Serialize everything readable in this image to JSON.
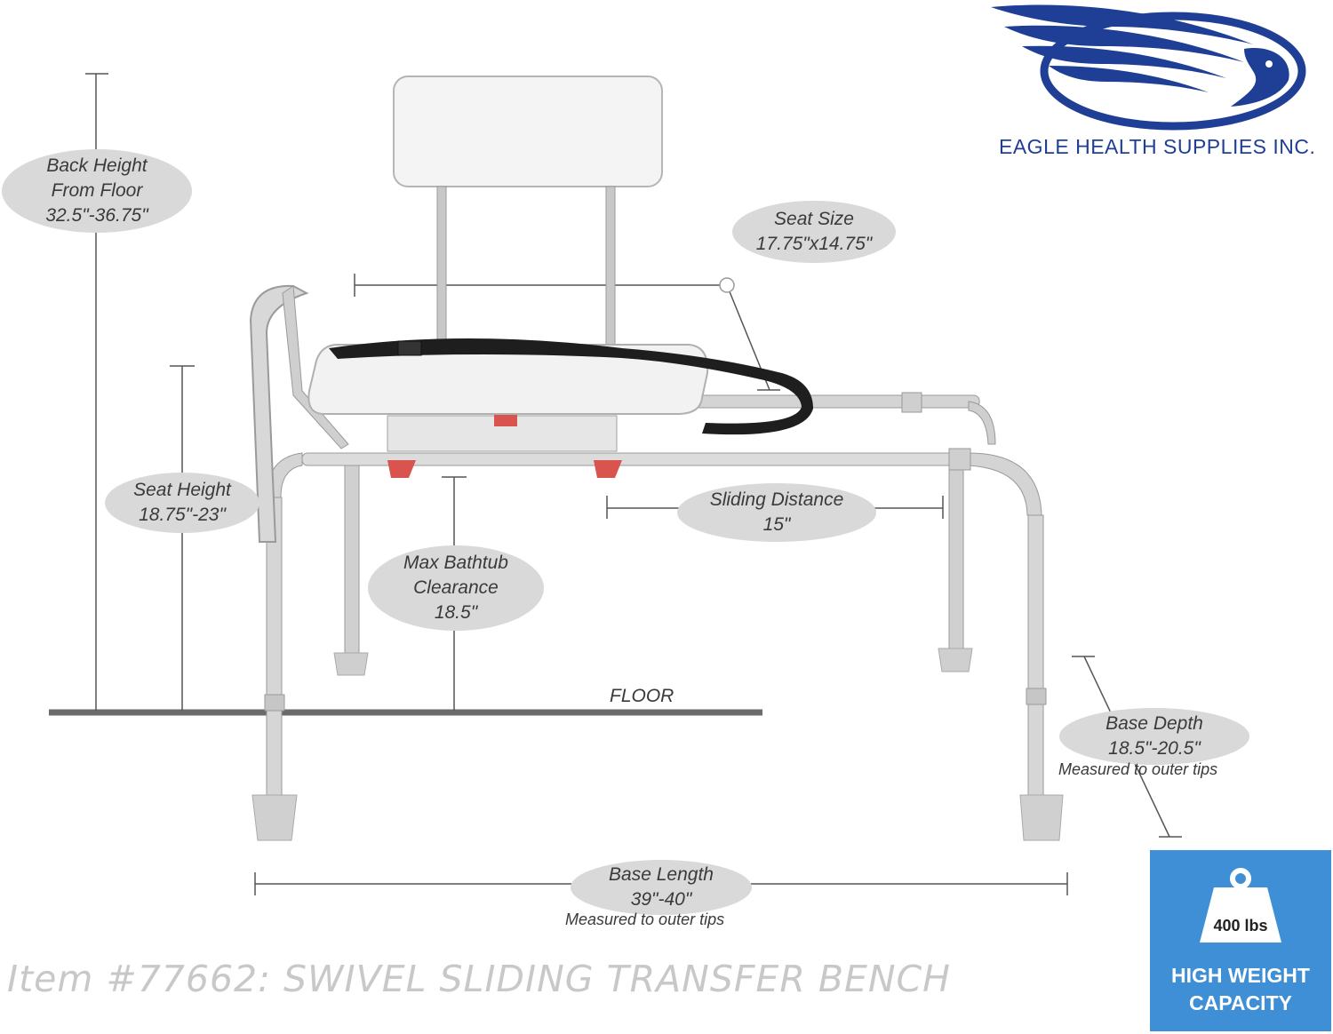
{
  "brand": {
    "company_name": "EAGLE HEALTH SUPPLIES INC.",
    "logo_icon": "eagle-logo-icon",
    "logo_color": "#1f3f96"
  },
  "callouts": {
    "back_height": {
      "line1": "Back Height",
      "line2": "From Floor",
      "line3": "32.5\"-36.75\""
    },
    "seat_size": {
      "line1": "Seat Size",
      "line2": "17.75\"x14.75\""
    },
    "seat_height": {
      "line1": "Seat Height",
      "line2": "18.75\"-23\""
    },
    "sliding_distance": {
      "line1": "Sliding Distance",
      "line2": "15\""
    },
    "max_bathtub": {
      "line1": "Max Bathtub",
      "line2": "Clearance",
      "line3": "18.5\""
    },
    "base_depth": {
      "line1": "Base Depth",
      "line2": "18.5\"-20.5\"",
      "note": "Measured to outer tips"
    },
    "base_length": {
      "line1": "Base Length",
      "line2": "39\"-40\"",
      "note": "Measured to outer tips"
    }
  },
  "floor_label": "FLOOR",
  "item_title": "Item #77662: SWIVEL SLIDING TRANSFER BENCH",
  "badge": {
    "weight": "400 lbs",
    "line1": "HIGH WEIGHT",
    "line2": "CAPACITY",
    "icon": "weight-icon",
    "color": "#3f8fd6"
  }
}
